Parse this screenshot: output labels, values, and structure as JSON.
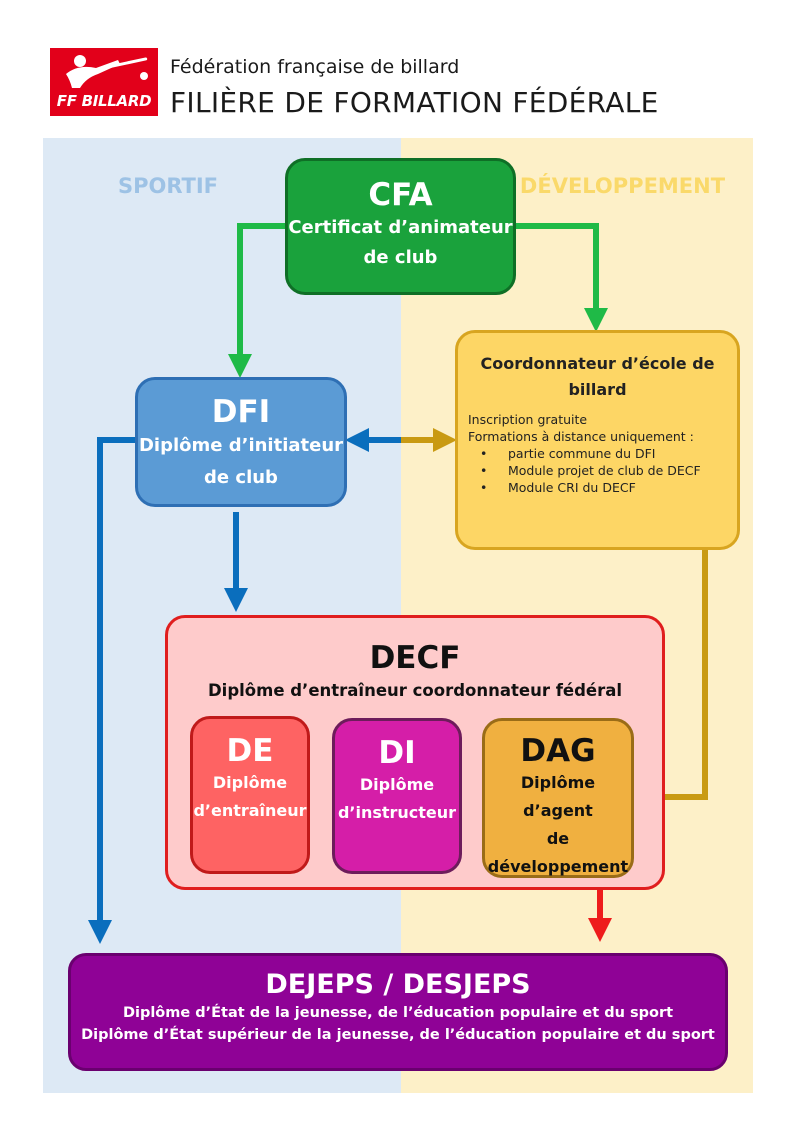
{
  "header": {
    "logo_text": "FF BILLARD",
    "organization": "Fédération française de billard",
    "title": "FILIÈRE DE FORMATION FÉDÉRALE"
  },
  "zones": {
    "sportif": "SPORTIF",
    "developpement": "DÉVELOPPEMENT"
  },
  "cfa": {
    "code": "CFA",
    "line1": "Certificat d’animateur",
    "line2": "de club"
  },
  "dfi": {
    "code": "DFI",
    "line1": "Diplôme d’initiateur",
    "line2": "de club"
  },
  "coordinator": {
    "title_line1": "Coordonnateur d’école de",
    "title_line2": "billard",
    "note1": "Inscription gratuite",
    "note2": "Formations à distance uniquement :",
    "items": [
      "partie commune du DFI",
      "Module projet de club de DECF",
      "Module CRI du DECF"
    ]
  },
  "decf": {
    "code": "DECF",
    "name": "Diplôme d’entraîneur coordonnateur fédéral"
  },
  "de": {
    "code": "DE",
    "line1": "Diplôme",
    "line2": "d’entraîneur"
  },
  "di": {
    "code": "DI",
    "line1": "Diplôme",
    "line2": "d’instructeur"
  },
  "dag": {
    "code": "DAG",
    "line1": "Diplôme d’agent",
    "line2": "de",
    "line3": "développement"
  },
  "dejeps": {
    "code": "DEJEPS / DESJEPS",
    "line1": "Diplôme d’État de la jeunesse, de l’éducation populaire et du sport",
    "line2": "Diplôme d’État supérieur de la jeunesse, de l’éducation populaire et du sport"
  },
  "colors": {
    "green": "#1aa23c",
    "blue": "#0a6ebd",
    "gold": "#c99a12",
    "red": "#ee1c1c"
  }
}
